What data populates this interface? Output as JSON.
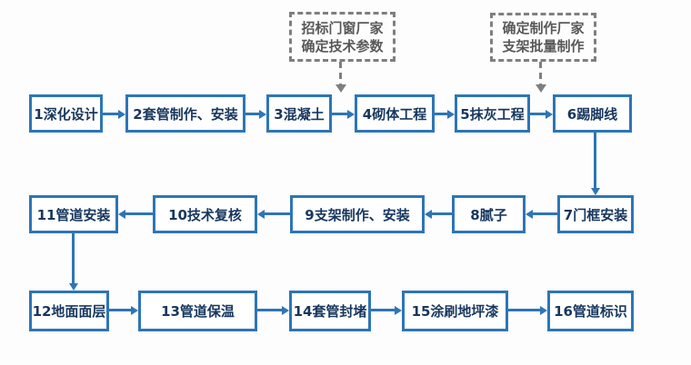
{
  "diagram": {
    "type": "flowchart",
    "steps": [
      "1深化设计",
      "2套管制作、安装",
      "3混凝土",
      "4砌体工程",
      "5抹灰工程",
      "6踢脚线",
      "7门框安装",
      "8腻子",
      "9支架制作、安装",
      "10技术复核",
      "11管道安装",
      "12地面面层",
      "13管道保温",
      "14套管封堵",
      "15涂刷地坪漆",
      "16管道标识"
    ],
    "annotations": [
      {
        "lines": [
          "招标门窗厂家",
          "确定技术参数"
        ],
        "points_to": "connector between steps 3 and 4"
      },
      {
        "lines": [
          "确定制作厂家",
          "支架批量制作"
        ],
        "points_to": "connector between steps 5 and 6"
      }
    ],
    "colors": {
      "box_border": "#2E75B6",
      "arrow": "#2E75B6",
      "box_text": "#17375E",
      "annotation_border": "#7F7F7F",
      "annotation_text": "#595959",
      "background": "#FDFDFD"
    }
  }
}
